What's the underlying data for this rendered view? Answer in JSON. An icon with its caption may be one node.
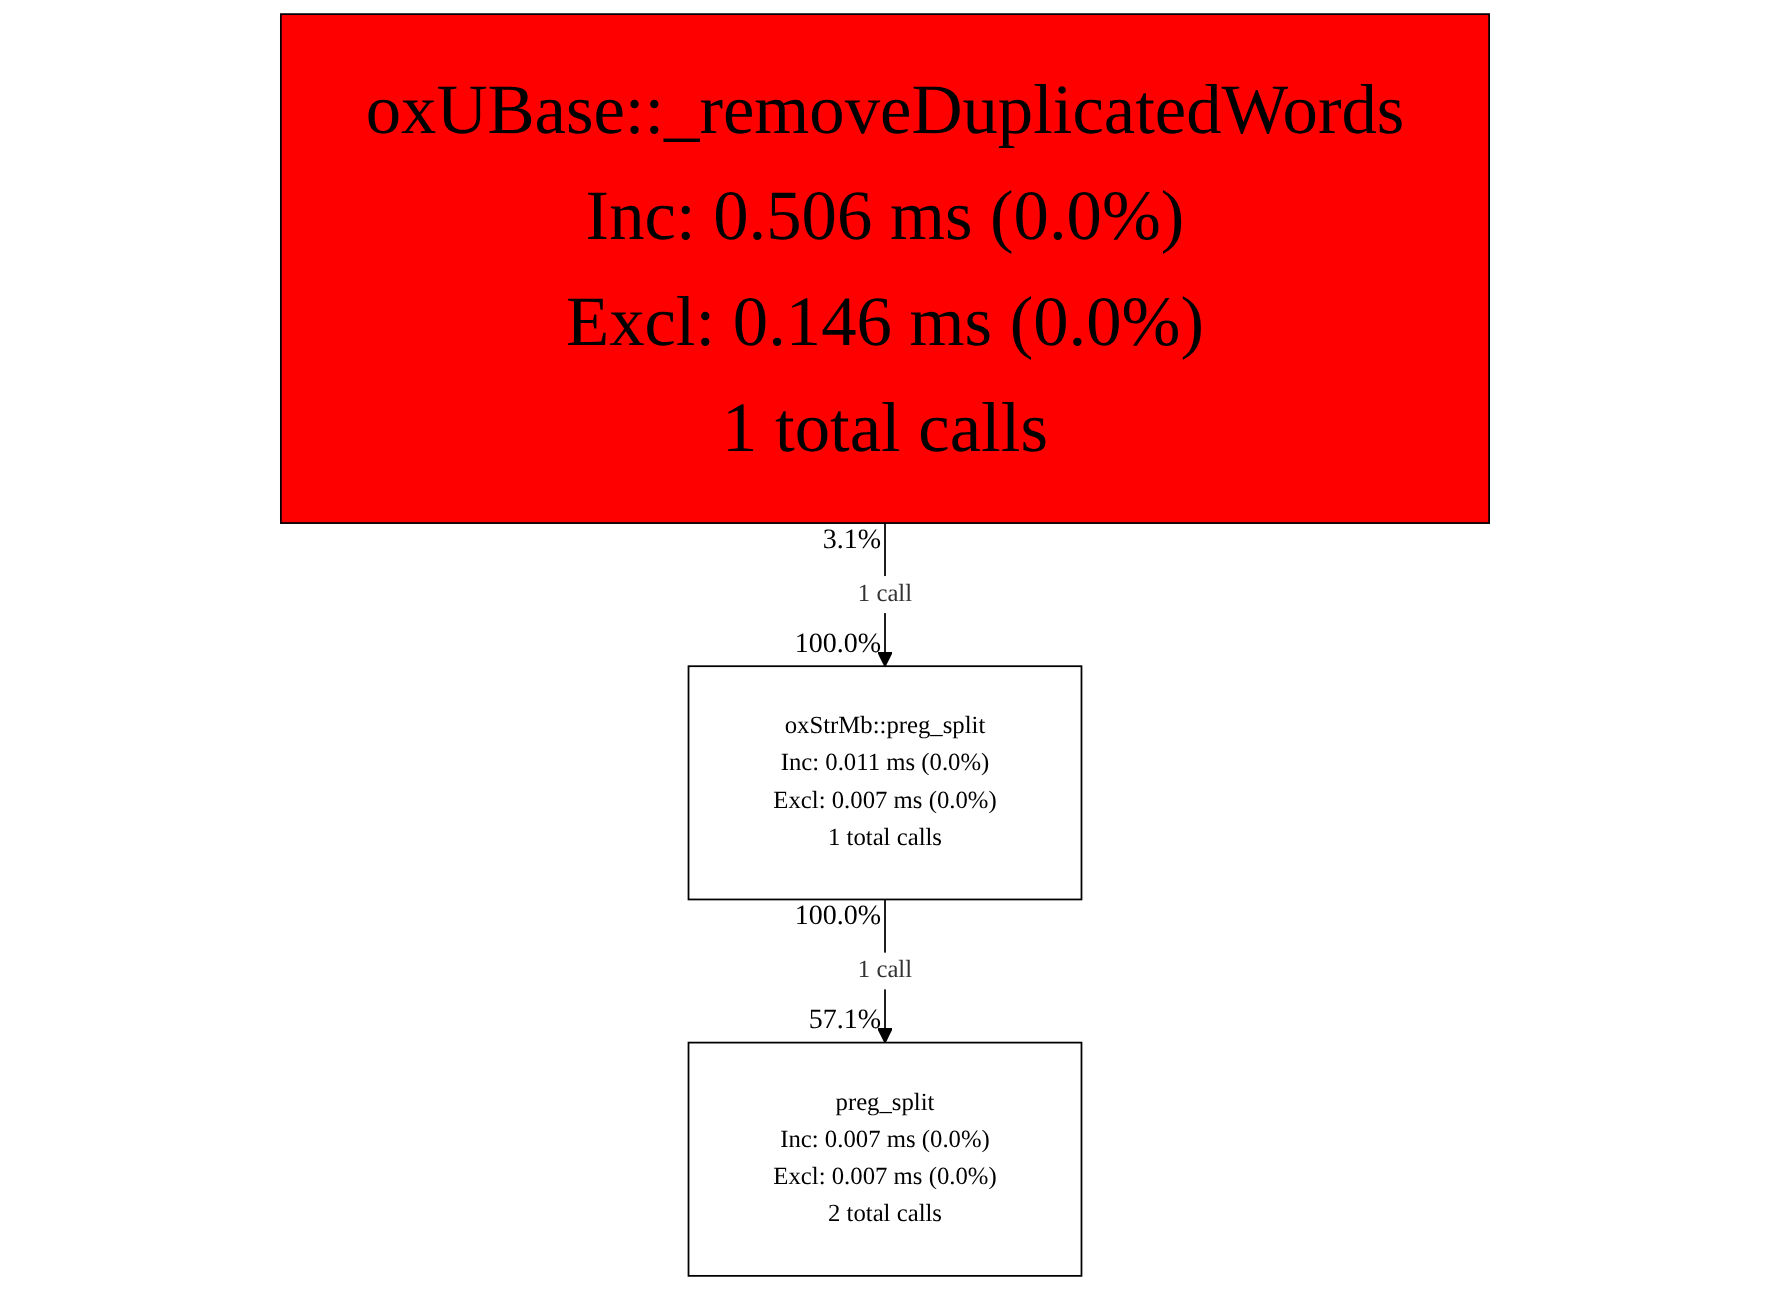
{
  "diagram": {
    "nodes": [
      {
        "text": [
          "oxUBase::_removeDuplicatedWords",
          "Inc: 0.506 ms (0.0%)",
          "Excl: 0.146 ms (0.0%)",
          "1 total calls"
        ],
        "beside": [
          "3.1%"
        ]
      },
      {
        "text": [
          "oxStrMb::preg_split",
          "Inc: 0.011 ms (0.0%)",
          "Excl: 0.007 ms (0.0%)",
          "1 total calls"
        ],
        "beside": [
          "100.0%",
          "100.0%"
        ]
      },
      {
        "text": [
          "preg_split",
          "Inc: 0.007 ms (0.0%)",
          "Excl: 0.007 ms (0.0%)",
          "2 total calls"
        ],
        "beside": [
          "57.1%"
        ]
      }
    ],
    "edges": [
      {
        "from": 0,
        "to": 1,
        "arrow": "to",
        "label": "1 call"
      },
      {
        "from": 1,
        "to": 2,
        "arrow": "to",
        "label": "1 call"
      }
    ]
  }
}
